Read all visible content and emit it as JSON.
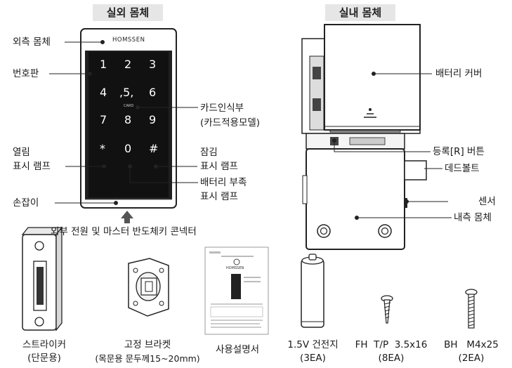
{
  "headers": {
    "outdoor": "실외 몸체",
    "indoor": "실내 몸체"
  },
  "outdoor_labels": {
    "outer_body": "외측 몸체",
    "keypad": "번호판",
    "card_reader": "카드인식부",
    "card_reader_note": "(카드적용모델)",
    "open_lamp_1": "열림",
    "open_lamp_2": "표시 램프",
    "lock_lamp_1": "잠김",
    "lock_lamp_2": "표시 램프",
    "battery_low_1": "배터리 부족",
    "battery_low_2": "표시 램프",
    "handle": "손잡이",
    "external_power": "외부 전원 및 마스터 반도체키 콘넥터"
  },
  "device": {
    "brand": "HOMSSEN",
    "keys": [
      "1",
      "2",
      "3",
      "4",
      ",5,",
      "6",
      "7",
      "8",
      "9",
      "*",
      "0",
      "#"
    ],
    "card_mark": "CARD"
  },
  "indoor_labels": {
    "battery_cover": "배터리 커버",
    "register_button": "등록[R] 버튼",
    "deadbolt": "데드볼트",
    "sensor": "센서",
    "inner_body": "내측 몸체"
  },
  "accessories": [
    {
      "line1": "스트라이커",
      "line2": "(단문용)"
    },
    {
      "line1": "고정 브라켓",
      "line2": "(목문용 문두께15~20mm)"
    },
    {
      "line1": "사용설명서",
      "line2": ""
    },
    {
      "line1": "1.5V 건전지",
      "line2": "(3EA)"
    },
    {
      "line1": "FH  T/P  3.5x16",
      "line2": "(8EA)"
    },
    {
      "line1": "BH   M4x25",
      "line2": "(2EA)"
    }
  ],
  "manual": {
    "brand": "HOMSSEN"
  }
}
